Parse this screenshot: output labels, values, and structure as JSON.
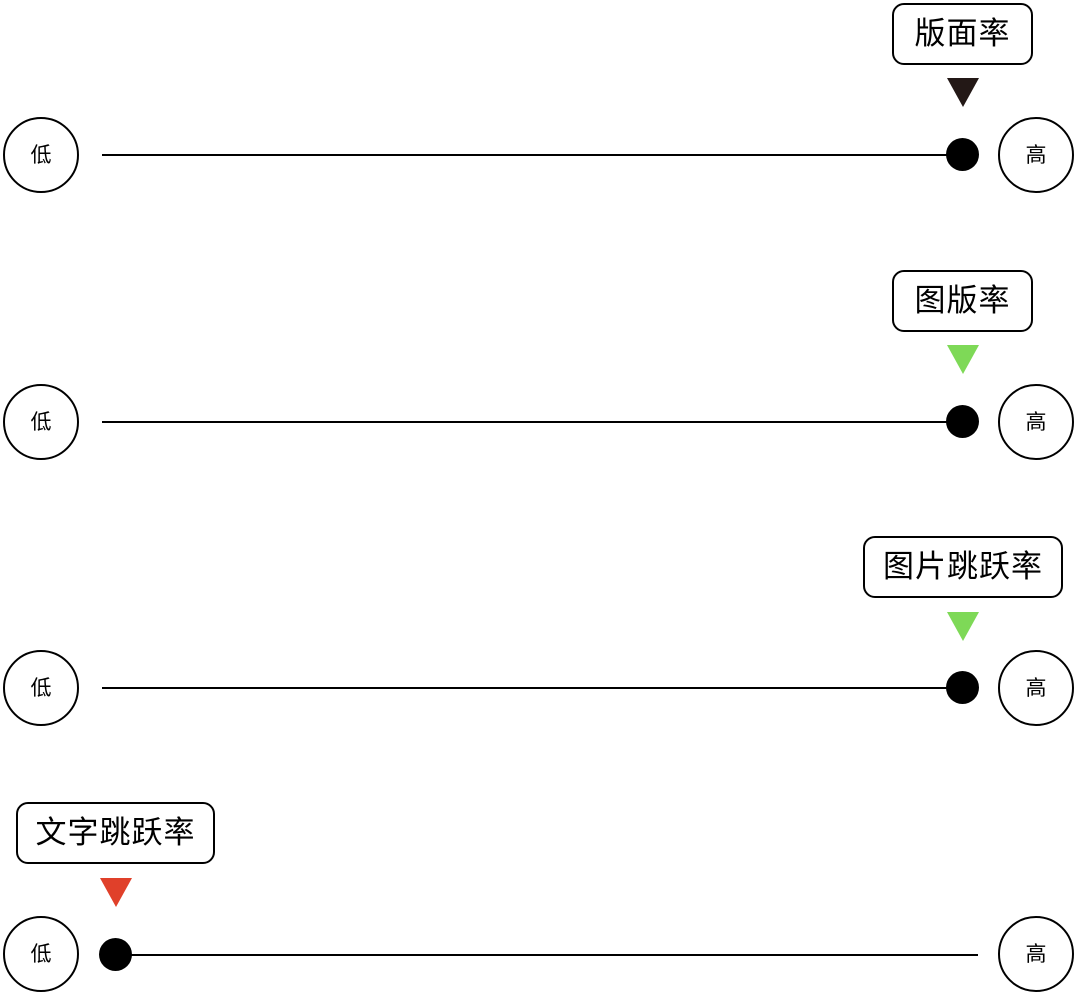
{
  "scale_low_label": "低",
  "scale_high_label": "高",
  "scales": [
    {
      "id": "layout-rate",
      "label": "版面率",
      "level": "high",
      "pointer_color": "#231816"
    },
    {
      "id": "image-rate",
      "label": "图版率",
      "level": "high",
      "pointer_color": "#7ed957"
    },
    {
      "id": "image-jump-rate",
      "label": "图片跳跃率",
      "level": "high",
      "pointer_color": "#7ed957"
    },
    {
      "id": "text-jump-rate",
      "label": "文字跳跃率",
      "level": "low",
      "pointer_color": "#e0402a"
    }
  ]
}
